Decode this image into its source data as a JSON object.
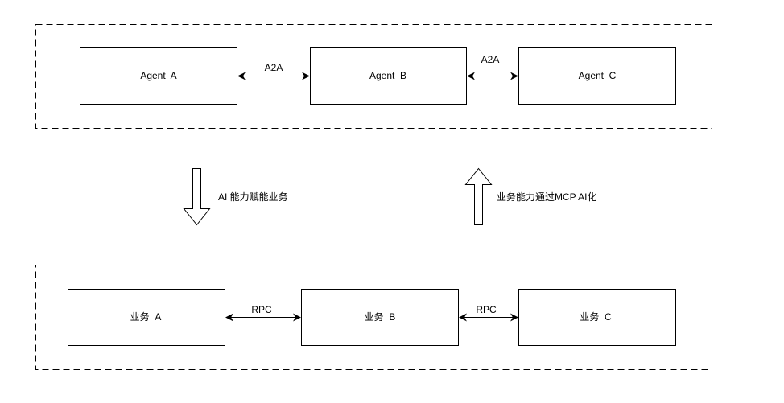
{
  "layers": {
    "agents": {
      "nodes": [
        "Agent  A",
        "Agent  B",
        "Agent  C"
      ],
      "links": [
        "A2A",
        "A2A"
      ]
    },
    "business": {
      "nodes": [
        "业务  A",
        "业务  B",
        "业务  C"
      ],
      "links": [
        "RPC",
        "RPC"
      ]
    }
  },
  "flows": {
    "down": "AI 能力赋能业务",
    "up": "业务能力通过MCP AI化"
  },
  "colors": {
    "stroke": "#000000",
    "background": "#ffffff"
  }
}
